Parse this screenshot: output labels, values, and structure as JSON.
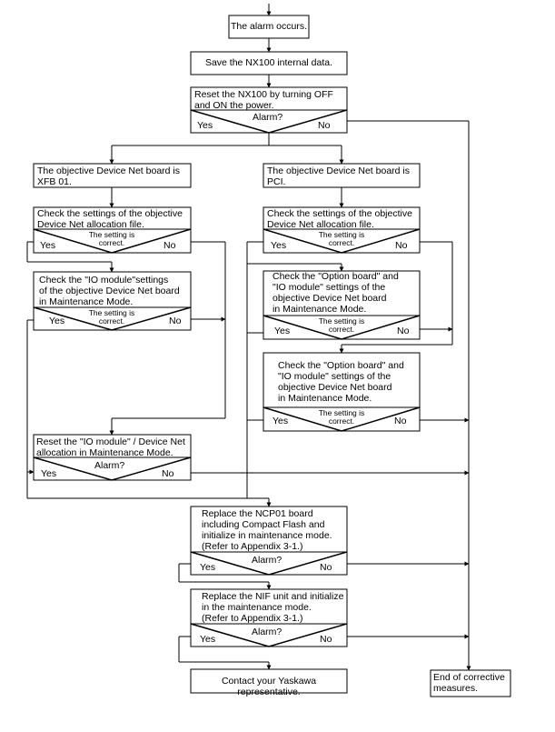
{
  "flowchart": {
    "start": "The alarm occurs.",
    "save": "Save the NX100 internal data.",
    "reset": "Reset the NX100 by turning OFF\nand ON the power.",
    "alarm_q": "Alarm?",
    "yes": "Yes",
    "no": "No",
    "xfb": "The objective Device Net board is\nXFB 01.",
    "pci": "The objective Device Net board is\nPCI.",
    "check_alloc": "Check the settings of the objective\nDevice Net allocation file.",
    "setting_correct": "The setting is\ncorrect.",
    "check_io": "Check the \"IO module\"settings\nof the objective Device Net board\nin Maintenance Mode.",
    "check_option_1": "Check the \"Option board\" and\n\"IO module\" settings of the\nobjective Device Net board\nin Maintenance Mode.",
    "check_option_2": "Check the \"Option board\" and\n\"IO module\" settings of the\nobjective Device Net board\nin Maintenance Mode.",
    "reset_io": "Reset the \"IO module\" / Device Net\nallocation in Maintenance Mode.",
    "replace_ncp": "Replace the NCP01 board\nincluding Compact Flash and\ninitialize in maintenance mode.\n(Refer to Appendix 3-1.)",
    "replace_nif": "Replace the NIF unit and initialize\nin the maintenance mode.\n(Refer to Appendix 3-1.)",
    "contact": "Contact your Yaskawa representative.",
    "end": "End of corrective\nmeasures."
  }
}
